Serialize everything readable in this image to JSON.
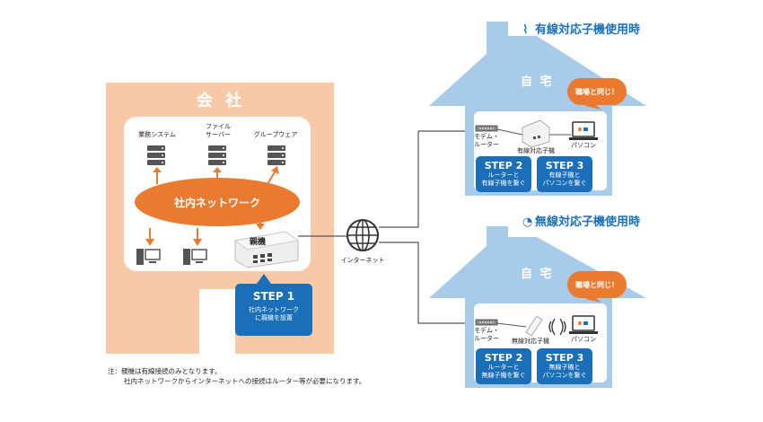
{
  "company": {
    "title": "会 社",
    "systems": [
      "業務システム",
      "ファイル\nサーバー",
      "グループウェア"
    ],
    "network_label": "社内ネットワーク",
    "parent_device_label": "親機",
    "step1": {
      "step": "STEP 1",
      "desc": "社内ネットワーク\nに親機を設置"
    }
  },
  "internet_label": "インターネット",
  "wired_home": {
    "heading": "有線対応子機使用時",
    "home_label": "自 宅",
    "bubble": "職場と同じ！",
    "modem_label": "モデム・\nルーター",
    "child_label": "有線対応子機",
    "pc_label": "パソコン",
    "step2": {
      "step": "STEP 2",
      "desc": "ルーターと\n有線子機を繋ぐ"
    },
    "step3": {
      "step": "STEP 3",
      "desc": "有線子機と\nパソコンを繋ぐ"
    }
  },
  "wireless_home": {
    "heading": "無線対応子機使用時",
    "home_label": "自 宅",
    "bubble": "職場と同じ！",
    "modem_label": "モデム・\nルーター",
    "child_label": "無線対応子機",
    "pc_label": "パソコン",
    "step2": {
      "step": "STEP 2",
      "desc": "ルーターと\n無線子機を繋ぐ"
    },
    "step3": {
      "step": "STEP 3",
      "desc": "無線子機と\nパソコンを繋ぐ"
    }
  },
  "notes": [
    "注：親機は有線接続のみとなります。",
    "社内ネットワークからインターネットへの接続はルーター等が必要になります。"
  ],
  "colors": {
    "orange": "#e97a2f",
    "company_bg": "#f7c9a6",
    "house": "#a9cbea",
    "blue": "#1a6fb8"
  }
}
